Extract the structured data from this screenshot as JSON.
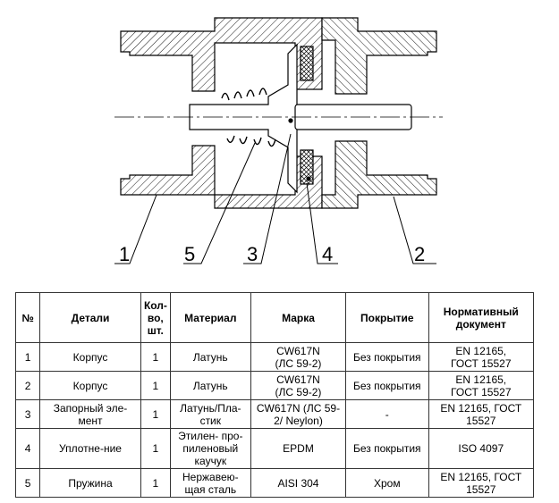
{
  "drawing": {
    "callouts": [
      "1",
      "5",
      "3",
      "4",
      "2"
    ]
  },
  "table": {
    "headers": {
      "num": "№",
      "part": "Детали",
      "qty": "Кол-\nво,\nшт.",
      "material": "Материал",
      "mark": "Марка",
      "coating": "Покрытие",
      "doc": "Нормативный\nдокумент"
    },
    "rows": [
      {
        "num": "1",
        "part": "Корпус",
        "qty": "1",
        "material": "Латунь",
        "mark": "CW617N\n(ЛС 59-2)",
        "coating": "Без покрытия",
        "doc": "EN 12165,\nГОСТ 15527"
      },
      {
        "num": "2",
        "part": "Корпус",
        "qty": "1",
        "material": "Латунь",
        "mark": "CW617N\n(ЛС 59-2)",
        "coating": "Без покрытия",
        "doc": "EN 12165,\nГОСТ 15527"
      },
      {
        "num": "3",
        "part": "Запорный эле-\nмент",
        "qty": "1",
        "material": "Латунь/Пла-\nстик",
        "mark": "CW617N (ЛС 59-\n2/ Neylon)",
        "coating": "-",
        "doc": "EN 12165, ГОСТ\n15527"
      },
      {
        "num": "4",
        "part": "Уплотне-ние",
        "qty": "1",
        "material": "Этилен- про-\nпиленовый\nкаучук",
        "mark": "EPDM",
        "coating": "Без покрытия",
        "doc": "ISO 4097"
      },
      {
        "num": "5",
        "part": "Пружина",
        "qty": "1",
        "material": "Нержавею-\nщая сталь",
        "mark": "AISI 304",
        "coating": "Хром",
        "doc": "EN 12165, ГОСТ\n15527"
      }
    ]
  }
}
